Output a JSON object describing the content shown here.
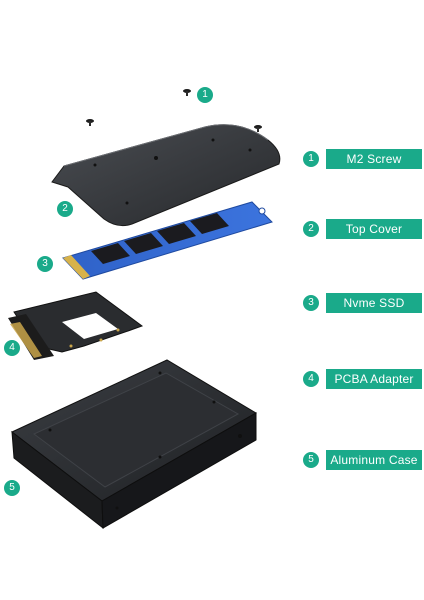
{
  "accent": "#1aaa8a",
  "legend": [
    {
      "num": "1",
      "label": "M2 Screw"
    },
    {
      "num": "2",
      "label": "Top  Cover"
    },
    {
      "num": "3",
      "label": "Nvme  SSD"
    },
    {
      "num": "4",
      "label": "PCBA  Adapter"
    },
    {
      "num": "5",
      "label": "Aluminum Case"
    }
  ],
  "callouts": [
    "1",
    "2",
    "3",
    "4",
    "5"
  ]
}
